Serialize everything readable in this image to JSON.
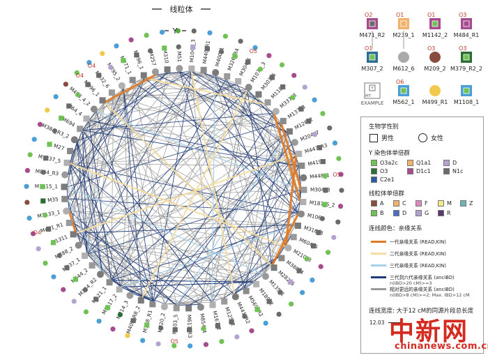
{
  "header": {
    "mt_title": "线粒体",
    "y_title": "Y"
  },
  "nodes": [
    {
      "id": "M310",
      "mt": "#4a9fd6",
      "y": "#71c254"
    },
    {
      "id": "M51",
      "mt": "#5aa83a",
      "y": "#6a6a6a"
    },
    {
      "id": "M1043_3",
      "mt": "#6a6a6a",
      "y": "#b5a3cf"
    },
    {
      "id": "M440_R1",
      "mt": "#4a9fd6",
      "y": "#6a6a6a"
    },
    {
      "id": "M400_1",
      "mt": "#71c254",
      "y": "#6a6a6a"
    },
    {
      "id": "M326_R4",
      "mt": "#6a6a6a",
      "y": "#71c254"
    },
    {
      "id": "M304_1",
      "mt": "#4a9fd6",
      "y": "#6a6a6a",
      "tag": "O5"
    },
    {
      "id": "M1073_3",
      "mt": "#a54b8e",
      "y": "#71c254"
    },
    {
      "id": "M303_5",
      "mt": "#71c254",
      "y": "#6a6a6a"
    },
    {
      "id": "M118",
      "mt": "#a54b8e",
      "y": "#6a6a6a"
    },
    {
      "id": "M337_3",
      "mt": "#b5a3cf",
      "y": "#71c254"
    },
    {
      "id": "M137_3",
      "mt": "#4a9fd6",
      "y": "#6a6a6a"
    },
    {
      "id": "M126_2",
      "mt": "#71c254",
      "y": "#6a6a6a"
    },
    {
      "id": "M204_7",
      "mt": "#6a6a6a",
      "y": "#b5a3cf"
    },
    {
      "id": "M443_R3",
      "mt": "#4a9fd6",
      "y": "#6a6a6a"
    },
    {
      "id": "M419",
      "mt": "#71c254",
      "y": "#6a6a6a"
    },
    {
      "id": "M448_1",
      "mt": "#a54b8e",
      "y": "#71c254",
      "tag": "O5"
    },
    {
      "id": "M304_3",
      "mt": "#6a6a6a",
      "y": "#6a6a6a"
    },
    {
      "id": "M187_6_2",
      "mt": "#a54b8e",
      "y": "#71c254"
    },
    {
      "id": "M106",
      "mt": "#6a6a6a",
      "y": "#6a6a6a"
    },
    {
      "id": "M316_3",
      "mt": "#b5a3cf",
      "y": "#6a6a6a"
    },
    {
      "id": "M604_5",
      "mt": "#71c254",
      "y": "#6a6a6a"
    },
    {
      "id": "M210_3",
      "mt": "#a54b8e",
      "y": "#71c254"
    },
    {
      "id": "M380_4",
      "mt": "#4a9fd6",
      "y": "#6a6a6a"
    },
    {
      "id": "M282_5",
      "mt": "#4a9fd6",
      "y": "#b5a3cf"
    },
    {
      "id": "M135_1",
      "mt": "#71c254",
      "y": "#6a6a6a"
    },
    {
      "id": "M189_2",
      "mt": "#6a6a6a",
      "y": "#6a6a6a"
    },
    {
      "id": "M569_R2",
      "mt": "#4a9fd6",
      "y": "#71c254"
    },
    {
      "id": "M441_R2",
      "mt": "#a54b8e",
      "y": "#6a6a6a"
    },
    {
      "id": "M125_2",
      "mt": "#b5a3cf",
      "y": "#6a6a6a"
    },
    {
      "id": "M167_2",
      "mt": "#71c254",
      "y": "#6a6a6a"
    },
    {
      "id": "M854_4",
      "mt": "#a54b8e",
      "y": "#71c254"
    },
    {
      "id": "M617_R3",
      "mt": "#4a9fd6",
      "y": "#6a6a6a"
    },
    {
      "id": "M403_5",
      "mt": "#71c254",
      "y": "#6a6a6a",
      "tag": "O5"
    },
    {
      "id": "M320_2",
      "mt": "#b5a3cf",
      "y": "#6a6a6a"
    },
    {
      "id": "M328_R1",
      "mt": "#4a9fd6",
      "y": "#71c254"
    },
    {
      "id": "M403_R8_2",
      "mt": "#f2c94c",
      "y": "#6a6a6a"
    },
    {
      "id": "M214_3",
      "mt": "#a54b8e",
      "y": "#2d6e34"
    },
    {
      "id": "M1117_2",
      "mt": "#4a9fd6",
      "y": "#71c254"
    },
    {
      "id": "M121_1",
      "mt": "#71c254",
      "y": "#6a6a6a"
    },
    {
      "id": "M354_R2",
      "mt": "#b5a3cf",
      "y": "#6a6a6a"
    },
    {
      "id": "M644_2",
      "mt": "#a54b8e",
      "y": "#71c254"
    },
    {
      "id": "M937_1",
      "mt": "#4a9fd6",
      "y": "#6a6a6a"
    },
    {
      "id": "M288_2",
      "mt": "#71c254",
      "y": "#6a6a6a"
    },
    {
      "id": "M1311",
      "mt": "#b5a3cf",
      "y": "#71c254"
    },
    {
      "id": "M471_R1",
      "mt": "#a54b8e",
      "y": "#6a6a6a",
      "tag": "O4"
    },
    {
      "id": "M1133_1",
      "mt": "#4a9fd6",
      "y": "#71c254"
    },
    {
      "id": "M35",
      "mt": "#8a4c3f",
      "y": "#2d6e34"
    },
    {
      "id": "M1615_1",
      "mt": "#4a9fd6",
      "y": "#71c254"
    },
    {
      "id": "M844_R3",
      "mt": "#a54b8e",
      "y": "#6a6a6a"
    },
    {
      "id": "M1337_5",
      "mt": "#71c254",
      "y": "#6a6a6a"
    },
    {
      "id": "M27",
      "mt": "#4a9fd6",
      "y": "#71c254"
    },
    {
      "id": "M384_R3_2",
      "mt": "#a54b8e",
      "y": "#6a6a6a"
    },
    {
      "id": "M694",
      "mt": "#f2c94c",
      "y": "#71c254"
    },
    {
      "id": "M64_4",
      "mt": "#4a9fd6",
      "y": "#6a6a6a"
    },
    {
      "id": "M403_4_2",
      "mt": "#8a4c3f",
      "y": "#71c254"
    },
    {
      "id": "M296_1",
      "mt": "#71c254",
      "y": "#6a6a6a",
      "tag": "O4"
    },
    {
      "id": "M132_6",
      "mt": "#4a9fd6",
      "y": "#6a6a6a",
      "tag": "O4"
    },
    {
      "id": "M895_2",
      "mt": "#f2c94c",
      "y": "#b5a3cf"
    },
    {
      "id": "M571_1",
      "mt": "#4a9fd6",
      "y": "#71c254"
    },
    {
      "id": "M596_1",
      "mt": "#a54b8e",
      "y": "#6a6a6a"
    },
    {
      "id": "M257",
      "mt": "#71c254",
      "y": "#6a6a6a"
    }
  ],
  "examples": [
    {
      "label": "M471_R2",
      "tag": "O2",
      "y": "#6a6a6a",
      "mt": "#a54b8e",
      "sex": "m"
    },
    {
      "label": "M239_1",
      "tag": "O1",
      "y": "#f2b26b",
      "mt": "#f2b26b",
      "sex": "m"
    },
    {
      "label": "M1142_2",
      "tag": "O1",
      "y": "#71c254",
      "mt": "#a54b8e",
      "sex": "m"
    },
    {
      "label": "M484_R1",
      "tag": "O3",
      "y": "#a54b8e",
      "mt": "#a54b8e",
      "sex": "m"
    },
    {
      "label": "M307_2",
      "tag": "O1",
      "y": "#71c254",
      "mt": "#2d6e94",
      "sex": "m"
    },
    {
      "label": "M612_6",
      "tag": "",
      "y": "",
      "mt": "#aaaaaa",
      "sex": "f"
    },
    {
      "label": "M209_2",
      "tag": "O3",
      "y": "",
      "mt": "#8a4c3f",
      "sex": "f"
    },
    {
      "label": "M379_R2_2",
      "tag": "O3",
      "y": "#71c254",
      "mt": "#2d6e34",
      "sex": "m"
    },
    {
      "label": "EXAMPLE",
      "tag": "",
      "y": "",
      "mt": "",
      "sex": "ex",
      "ex_mt": "MT",
      "ex_y": "Y"
    },
    {
      "label": "M562_1",
      "tag": "O6",
      "y": "#71c254",
      "mt": "#4a9fd6",
      "sex": "m"
    },
    {
      "label": "M499_R1",
      "tag": "",
      "y": "",
      "mt": "#f2c94c",
      "sex": "f"
    },
    {
      "label": "M1108_1",
      "tag": "",
      "y": "#71c254",
      "mt": "#4a9fd6",
      "sex": "m"
    }
  ],
  "legend": {
    "sex": {
      "title": "生物学性别",
      "male": "男性",
      "female": "女性"
    },
    "y": {
      "title": "Y 染色体单倍群",
      "items": [
        {
          "label": "O3a2c",
          "color": "#71c254"
        },
        {
          "label": "Q1a1",
          "color": "#f2b26b"
        },
        {
          "label": "D",
          "color": "#b5a3cf"
        },
        {
          "label": "O3",
          "color": "#2d6e34"
        },
        {
          "label": "D1c1",
          "color": "#a54b8e"
        },
        {
          "label": "N1c",
          "color": "#6a6a6a"
        },
        {
          "label": "C2e1",
          "color": "#2d5aa0"
        }
      ]
    },
    "mt": {
      "title": "线粒体单倍群",
      "items": [
        {
          "label": "A",
          "color": "#8a4c3f"
        },
        {
          "label": "C",
          "color": "#f2b26b"
        },
        {
          "label": "F",
          "color": "#d98cc0"
        },
        {
          "label": "M",
          "color": "#f2e98a"
        },
        {
          "label": "Z",
          "color": "#6fb3b3"
        },
        {
          "label": "B",
          "color": "#71c254"
        },
        {
          "label": "D",
          "color": "#4a6fc1"
        },
        {
          "label": "G",
          "color": "#b5a3cf"
        },
        {
          "label": "R",
          "color": "#5a3a6e"
        }
      ]
    },
    "kin": {
      "title": "连线颜色：亲缘关系",
      "items": [
        {
          "label": "一代亲缘关系 (READ,KIN)",
          "color": "#e07a24",
          "sub": ""
        },
        {
          "label": "二代亲缘关系 (READ,KIN)",
          "color": "#f6dda0",
          "sub": ""
        },
        {
          "label": "三代亲缘关系 (READ,KIN)",
          "color": "#a8d0e8",
          "sub": ""
        },
        {
          "label": "三代到六代亲缘关系 (ancIBD)",
          "color": "#1f3b7a",
          "sub": "n(IBD>20 cM)>=3"
        },
        {
          "label": "相对更远的亲缘关系 (ancIBD)",
          "color": "#9a9a9a",
          "sub": "n(IBD>8 cM)>=2; Max. IBD>12 cM"
        }
      ]
    },
    "width": {
      "title": "连线宽度: 大于12 cM的同源片段总长度",
      "value": "12.03"
    }
  },
  "watermark": {
    "cn": "中新网",
    "en": "chinanews.com.cn"
  }
}
